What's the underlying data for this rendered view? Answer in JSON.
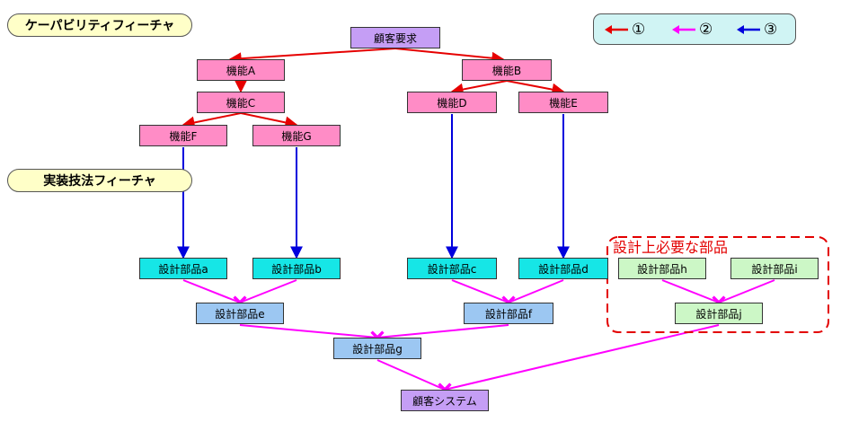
{
  "section_labels": {
    "capability": "ケーパビリティフィーチャ",
    "implementation": "実装技法フィーチャ"
  },
  "legend": [
    {
      "label": "①",
      "color": "#e60000"
    },
    {
      "label": "②",
      "color": "#ff00ff"
    },
    {
      "label": "③",
      "color": "#0000dd"
    }
  ],
  "nodes": {
    "customer_requirement": "顧客要求",
    "func_a": "機能A",
    "func_b": "機能B",
    "func_c": "機能C",
    "func_d": "機能D",
    "func_e": "機能E",
    "func_f": "機能F",
    "func_g": "機能G",
    "part_a": "設計部品a",
    "part_b": "設計部品b",
    "part_c": "設計部品c",
    "part_d": "設計部品d",
    "part_e": "設計部品e",
    "part_f": "設計部品f",
    "part_g": "設計部品g",
    "part_h": "設計部品h",
    "part_i": "設計部品i",
    "part_j": "設計部品j",
    "customer_system": "顧客システム"
  },
  "required_group_label": "設計上必要な部品",
  "colors": {
    "red_arrow": "#e60000",
    "magenta_arrow": "#ff00ff",
    "blue_arrow": "#0000dd",
    "dashed_border": "#e30000"
  }
}
